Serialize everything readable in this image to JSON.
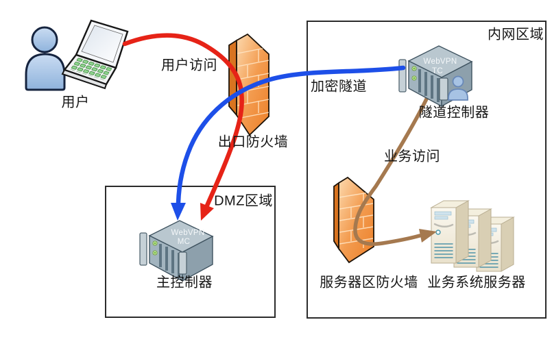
{
  "palette": {
    "flow_red": "#e62317",
    "flow_blue": "#1d4fe8",
    "flow_brown": "#a5794f",
    "firewall_orange": "#f08a38",
    "firewall_side_orange": "#d97420",
    "server_gray": "#a2b4bf",
    "tower_cream": "#f2ecdb",
    "person_blue": "#a9c6e8",
    "zone_border": "#2b2b2b"
  },
  "zones": {
    "intranet": {
      "label": "内网区域"
    },
    "dmz": {
      "label": "DMZ区域"
    }
  },
  "nodes": {
    "user": {
      "label": "用户"
    },
    "exit_firewall": {
      "label": "出口防火墙"
    },
    "tunnel_controller": {
      "label": "隧道控制器",
      "device_line1": "WebVPN",
      "device_line2": "TC"
    },
    "main_controller": {
      "label": "主控制器",
      "device_line1": "WebVPN",
      "device_line2": "MC"
    },
    "server_firewall": {
      "label": "服务器区防火墙"
    },
    "business_servers": {
      "label": "业务系统服务器"
    }
  },
  "flows": {
    "user_access": {
      "label": "用户访问",
      "color": "#e62317"
    },
    "encrypted_tunnel": {
      "label": "加密隧道",
      "color": "#1d4fe8"
    },
    "business_access": {
      "label": "业务访问",
      "color": "#a5794f"
    }
  }
}
